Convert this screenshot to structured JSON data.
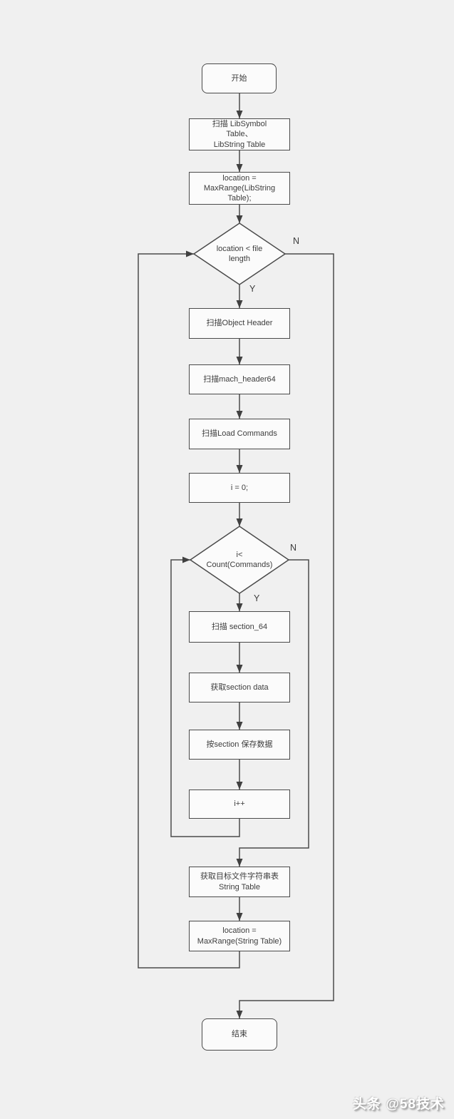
{
  "page": {
    "background": "#f0f0f0"
  },
  "flowchart": {
    "nodes": {
      "start": {
        "label": "开始"
      },
      "scan_lib_tables": {
        "label": "扫描 LibSymbol\nTable、\nLibString Table"
      },
      "location_libstring": {
        "label": "location =\nMaxRange(LibString\nTable);"
      },
      "check_location": {
        "label": "location < file\nlength"
      },
      "scan_object_header": {
        "label": "扫描Object Header"
      },
      "scan_mach_header64": {
        "label": "扫描mach_header64"
      },
      "scan_load_commands": {
        "label": "扫描Load Commands"
      },
      "init_i": {
        "label": "i = 0;"
      },
      "check_i": {
        "label": "i<\nCount(Commands)"
      },
      "scan_section_64": {
        "label": "扫描 section_64"
      },
      "get_section_data": {
        "label": "获取section data"
      },
      "save_section_data": {
        "label": "按section 保存数据"
      },
      "increment_i": {
        "label": "i++"
      },
      "get_string_table": {
        "label": "获取目标文件字符串表\nString Table"
      },
      "location_string_table": {
        "label": "location =\nMaxRange(String Table)"
      },
      "end": {
        "label": "结束"
      }
    },
    "branch_labels": {
      "yes": "Y",
      "no": "N"
    },
    "colors": {
      "line": "#4a4a4a",
      "node_fill": "#fbfbfb",
      "text": "#3d3d3d"
    }
  },
  "watermark": {
    "text": "头条 @58技术"
  }
}
